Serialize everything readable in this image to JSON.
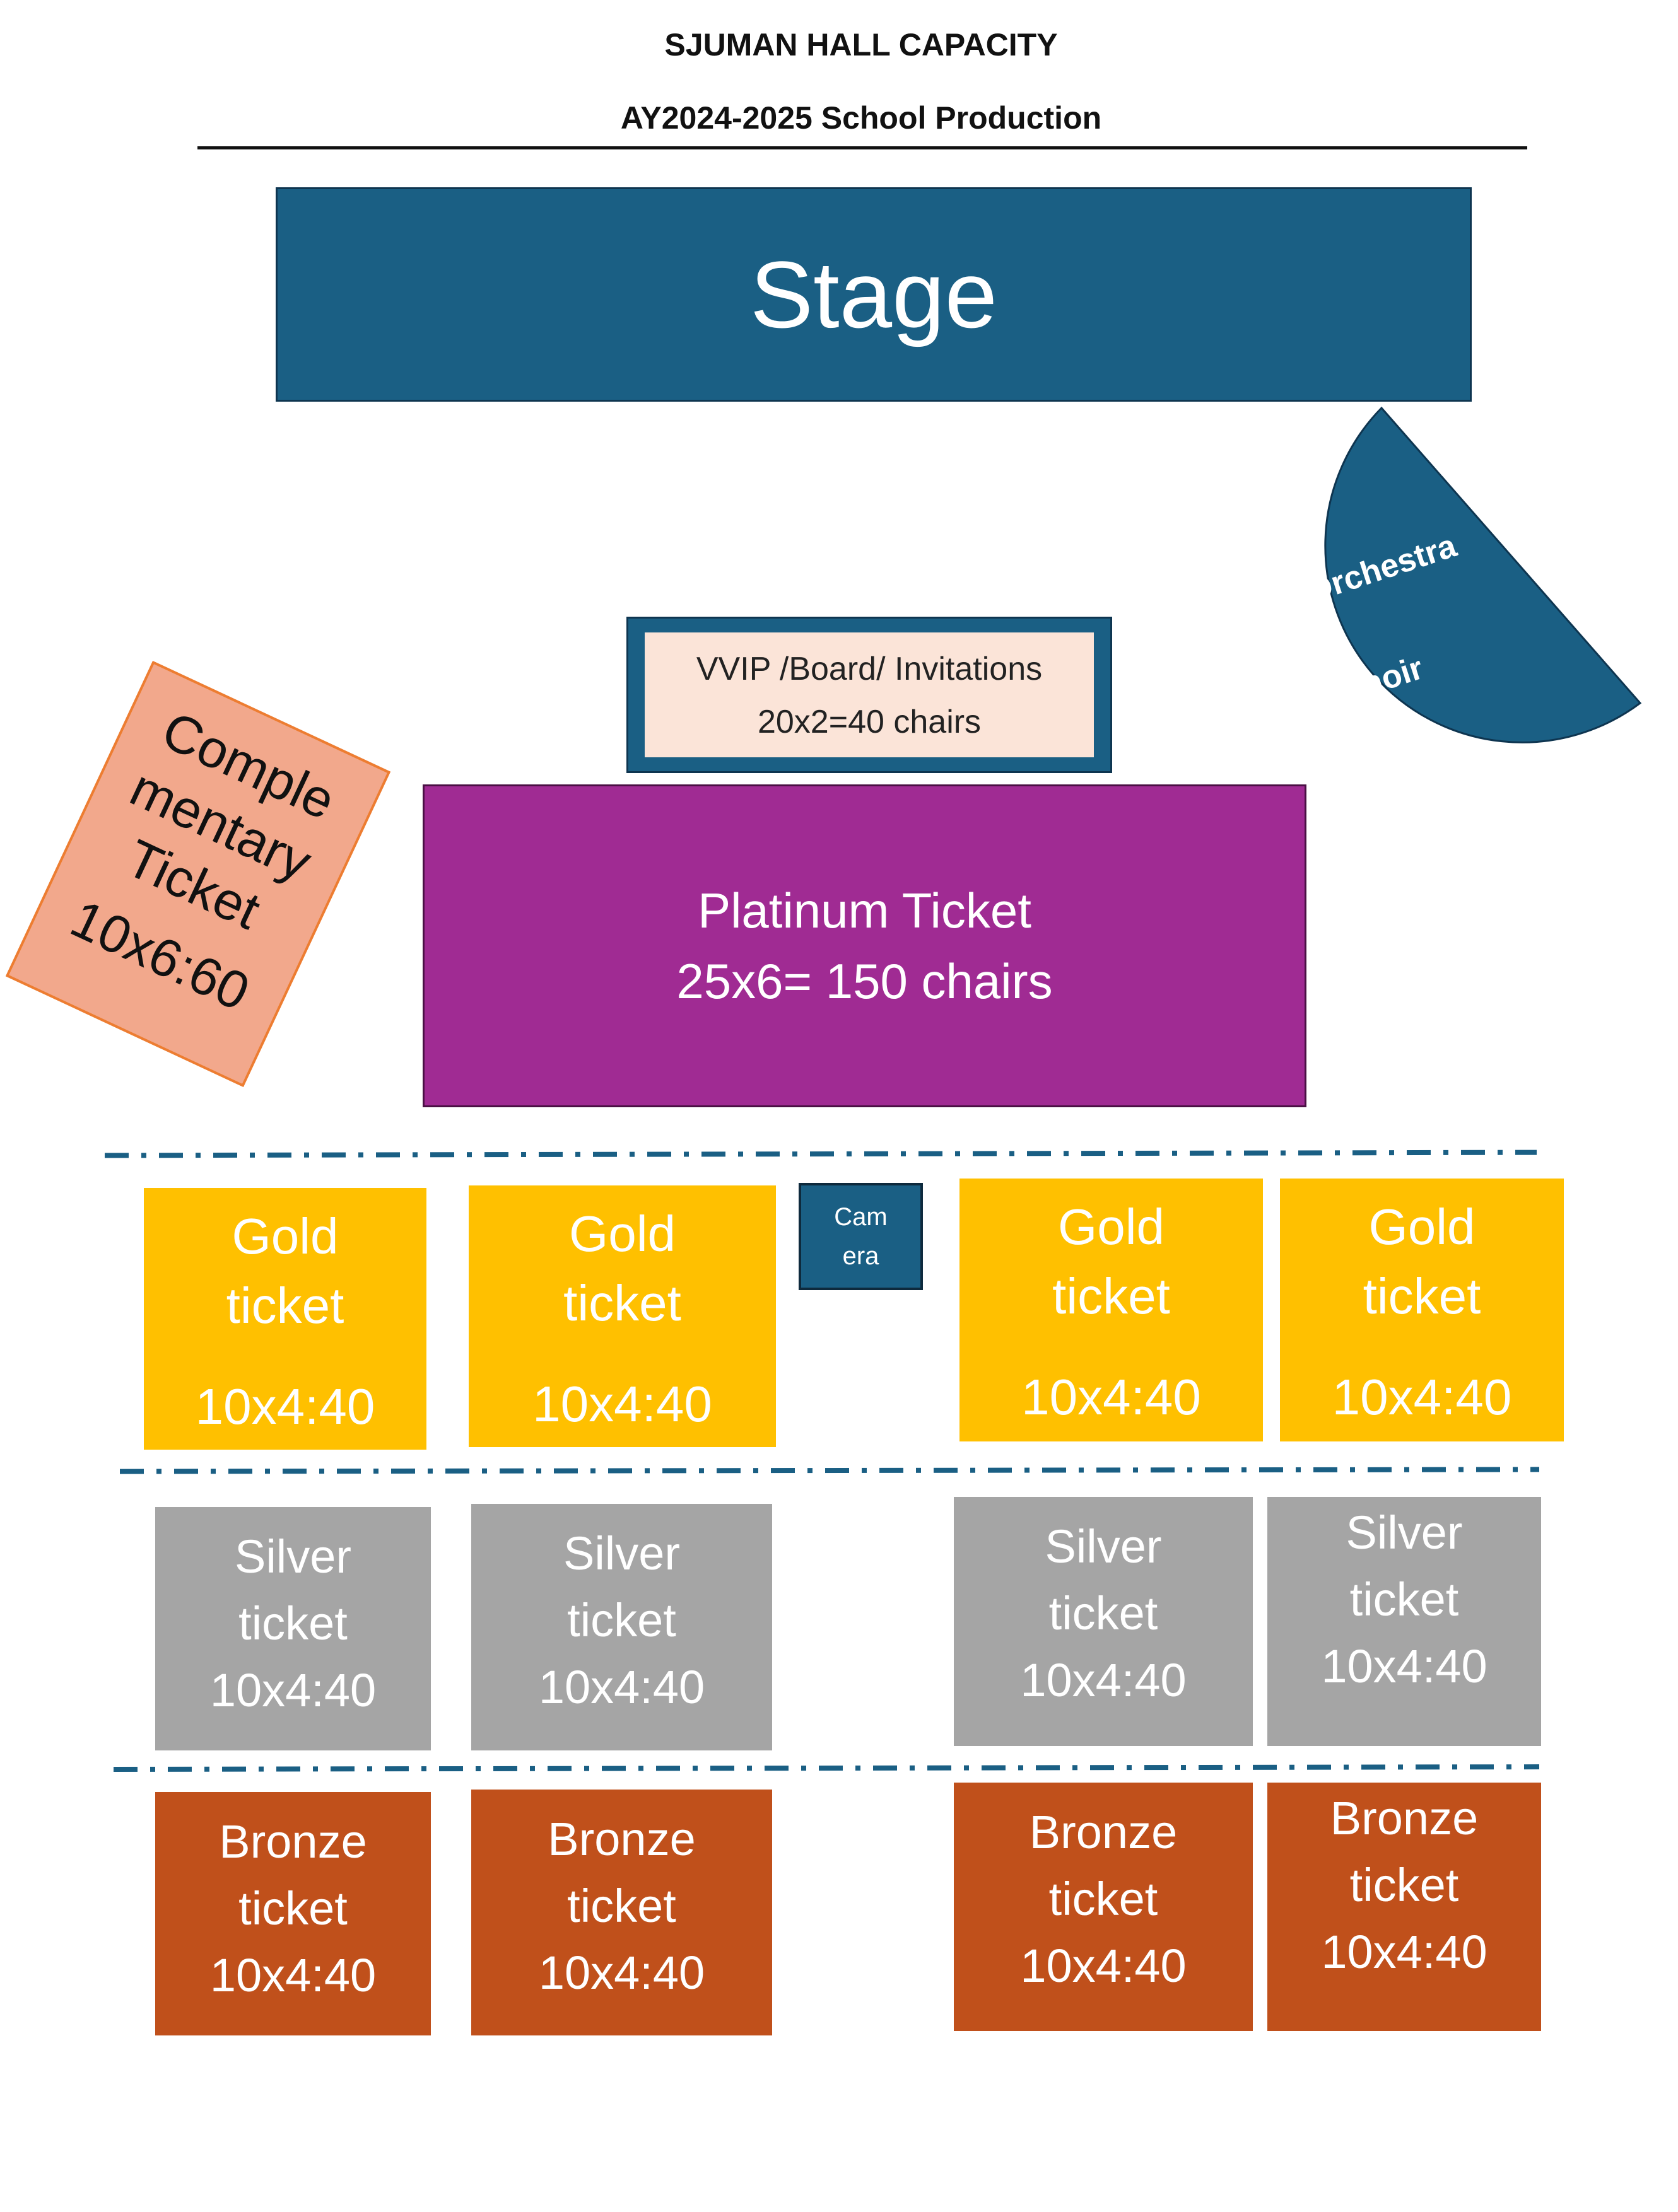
{
  "header": {
    "title": "SJUMAN HALL CAPACITY",
    "subtitle": "AY2024-2025 School Production"
  },
  "stage": {
    "label": "Stage"
  },
  "orchestra": {
    "lines": [
      "Orchestra",
      "&",
      "Choir"
    ]
  },
  "vvip": {
    "label": "VVIP /Board/ Invitations",
    "capacity": "20x2=40 chairs"
  },
  "complementary": {
    "lines": [
      "Comple",
      "mentary",
      "Ticket"
    ],
    "capacity": "10x6:60"
  },
  "platinum": {
    "label": "Platinum Ticket",
    "capacity": "25x6= 150 chairs"
  },
  "camera": {
    "lines": [
      "Cam",
      "era"
    ]
  },
  "gold": [
    {
      "line1": "Gold",
      "line2": "ticket",
      "capacity": "10x4:40"
    },
    {
      "line1": "Gold",
      "line2": "ticket",
      "capacity": "10x4:40"
    },
    {
      "line1": "Gold",
      "line2": "ticket",
      "capacity": "10x4:40"
    },
    {
      "line1": "Gold",
      "line2": "ticket",
      "capacity": "10x4:40"
    }
  ],
  "silver": [
    {
      "line1": "Silver",
      "line2": "ticket",
      "capacity": "10x4:40"
    },
    {
      "line1": "Silver",
      "line2": "ticket",
      "capacity": "10x4:40"
    },
    {
      "line1": "Silver",
      "line2": "ticket",
      "capacity": "10x4:40"
    },
    {
      "line1": "Silver",
      "line2": "ticket",
      "capacity": "10x4:40"
    }
  ],
  "bronze": [
    {
      "line1": "Bronze",
      "line2": "ticket",
      "capacity": "10x4:40"
    },
    {
      "line1": "Bronze",
      "line2": "ticket",
      "capacity": "10x4:40"
    },
    {
      "line1": "Bronze",
      "line2": "ticket",
      "capacity": "10x4:40"
    },
    {
      "line1": "Bronze",
      "line2": "ticket",
      "capacity": "10x4:40"
    }
  ],
  "colors": {
    "stage": "#1a5f84",
    "platinum": "#a02b93",
    "vvip_fill": "#fbe4d8",
    "complementary": "#f2a88c",
    "gold": "#ffc000",
    "silver": "#a5a5a5",
    "bronze": "#c0501b",
    "divider": "#1a5f84"
  }
}
